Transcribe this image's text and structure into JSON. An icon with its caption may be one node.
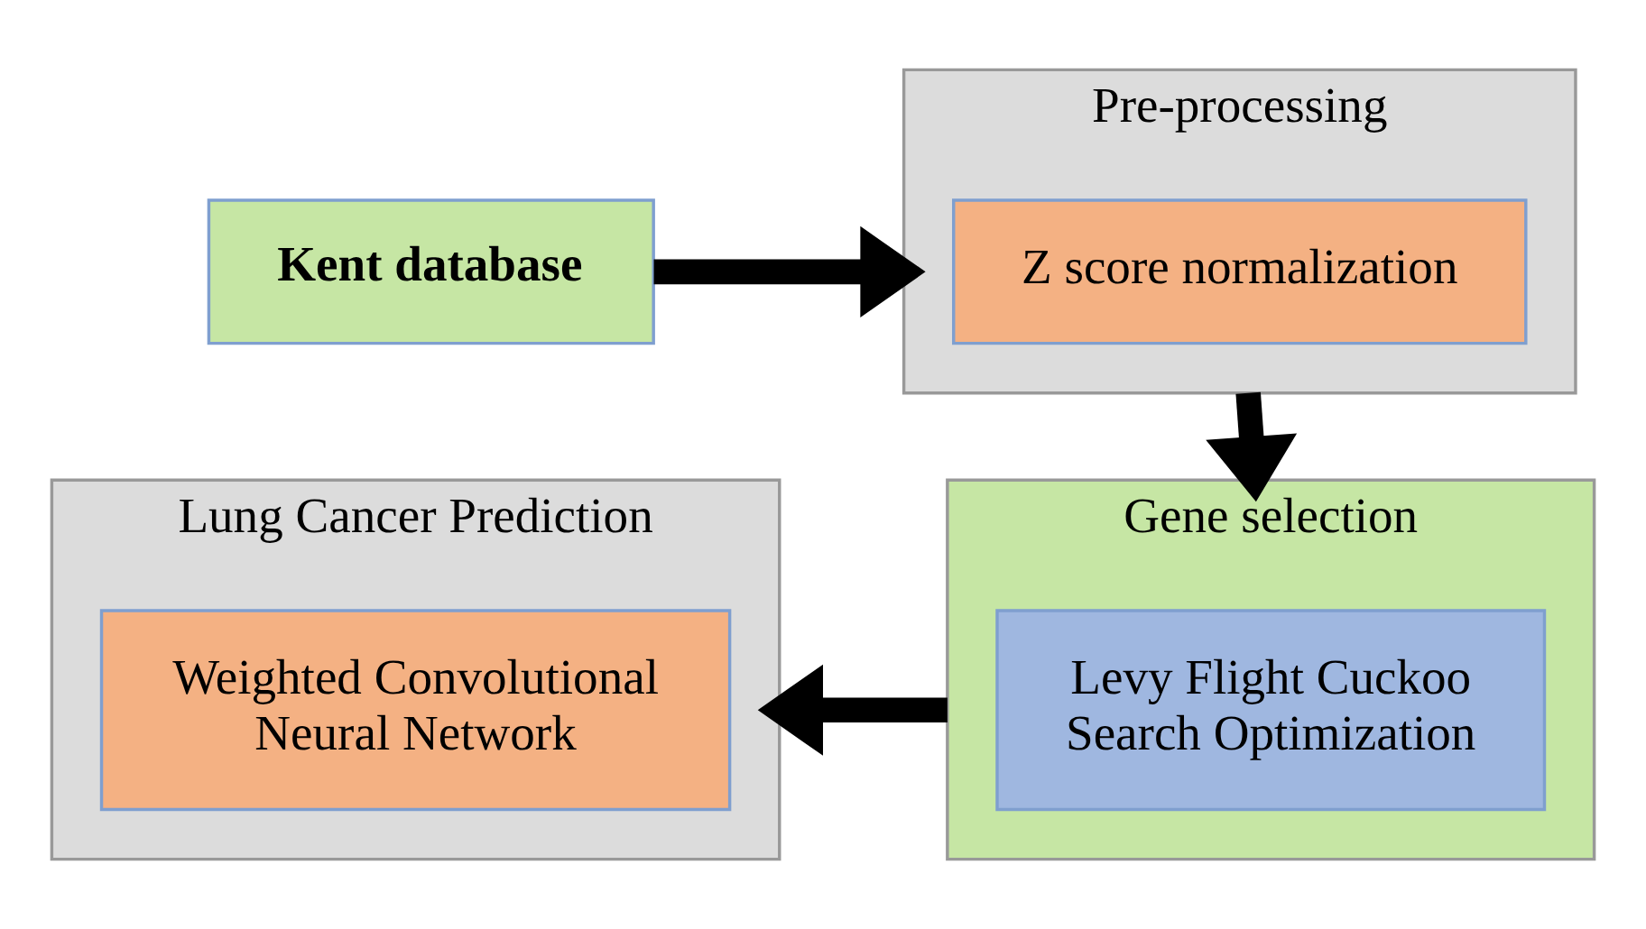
{
  "diagram": {
    "nodes": [
      {
        "text": [
          "Kent database"
        ]
      },
      {
        "text": [
          "Pre-processing"
        ]
      },
      {
        "text": [
          "Z score normalization"
        ],
        "in": 1
      },
      {
        "text": [
          "Gene selection"
        ]
      },
      {
        "text": [
          "Levy Flight Cuckoo Search Optimization"
        ],
        "in": 3
      },
      {
        "text": [
          "Lung Cancer Prediction"
        ]
      },
      {
        "text": [
          "Weighted Convolutional Neural Network"
        ],
        "in": 5
      }
    ],
    "edges": [
      {
        "from": 0,
        "to": 1,
        "arrow": "to"
      },
      {
        "from": 1,
        "to": 3,
        "arrow": "to"
      },
      {
        "from": 3,
        "to": 5,
        "arrow": "to"
      }
    ]
  }
}
